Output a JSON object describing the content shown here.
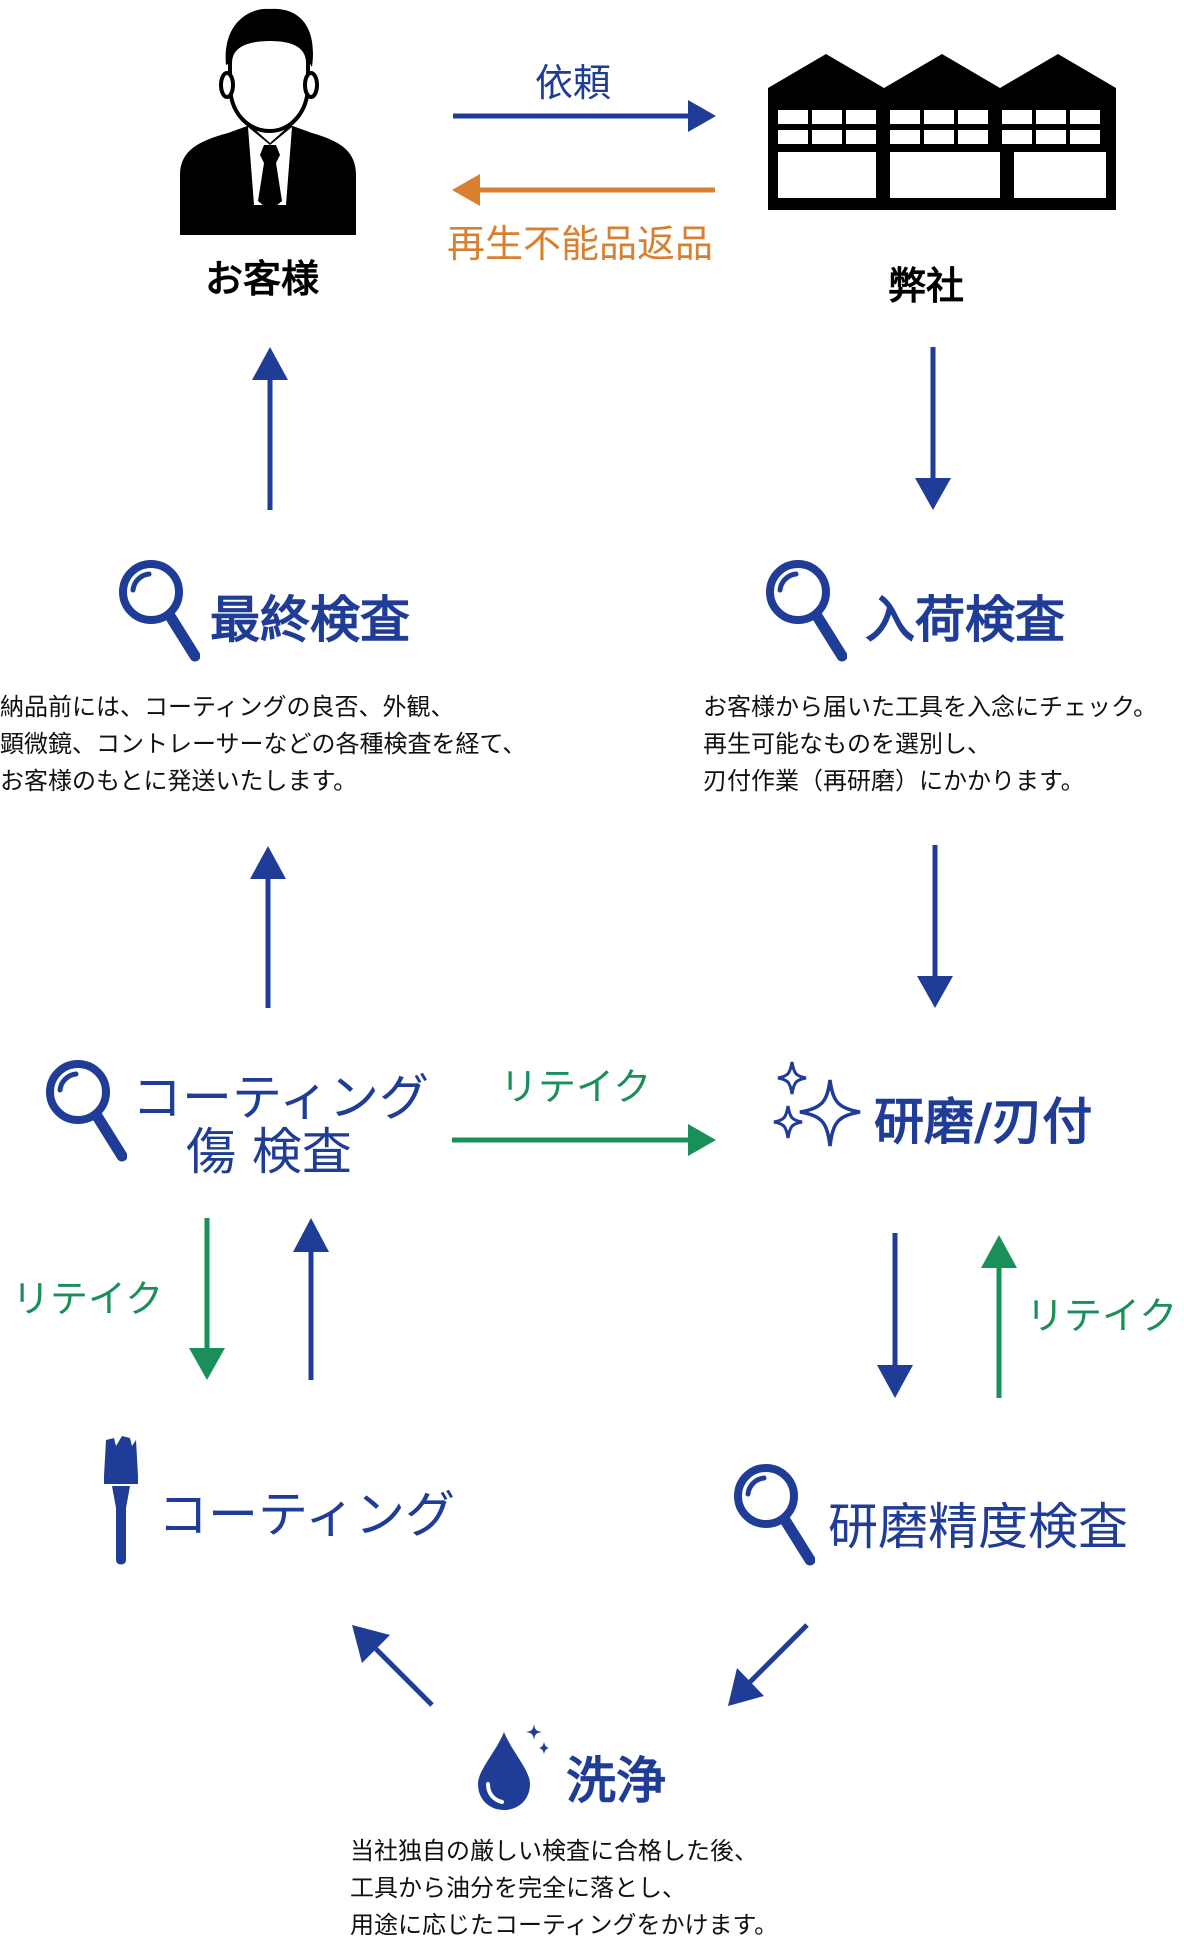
{
  "customer": {
    "label": "お客様"
  },
  "company": {
    "label": "弊社"
  },
  "flow": {
    "request": "依頼",
    "return_label": "再生不能品返品"
  },
  "steps": {
    "receiving_inspection": {
      "title": "入荷検査",
      "desc": [
        "お客様から届いた工具を入念にチェック。",
        "再生可能なものを選別し、",
        "刃付作業（再研磨）にかかります。"
      ]
    },
    "final_inspection": {
      "title": "最終検査",
      "desc": [
        "納品前には、コーティングの良否、外観、",
        "顕微鏡、コントレーサーなどの各種検査を経て、",
        "お客様のもとに発送いたします。"
      ]
    },
    "grinding": {
      "title": "研磨/刃付"
    },
    "coating_inspection": {
      "title_line1": "コーティング",
      "title_line2": "傷 検査"
    },
    "precision_inspection": {
      "title": "研磨精度検査"
    },
    "coating": {
      "title": "コーティング"
    },
    "cleaning": {
      "title": "洗浄",
      "desc": [
        "当社独自の厳しい検査に合格した後、",
        "工具から油分を完全に落とし、",
        "用途に応じたコーティングをかけます。"
      ]
    }
  },
  "retake": {
    "top": "リテイク",
    "left": "リテイク",
    "right": "リテイク"
  },
  "colors": {
    "blue": "#1f3c96",
    "green": "#1b8f5a",
    "orange": "#d98030"
  },
  "icons": {
    "person": "businessman-icon",
    "factory": "factory-icon",
    "magnifier": "magnifier-icon",
    "sparkle": "sparkle-icon",
    "brush": "brush-icon",
    "drop": "water-drop-icon"
  }
}
